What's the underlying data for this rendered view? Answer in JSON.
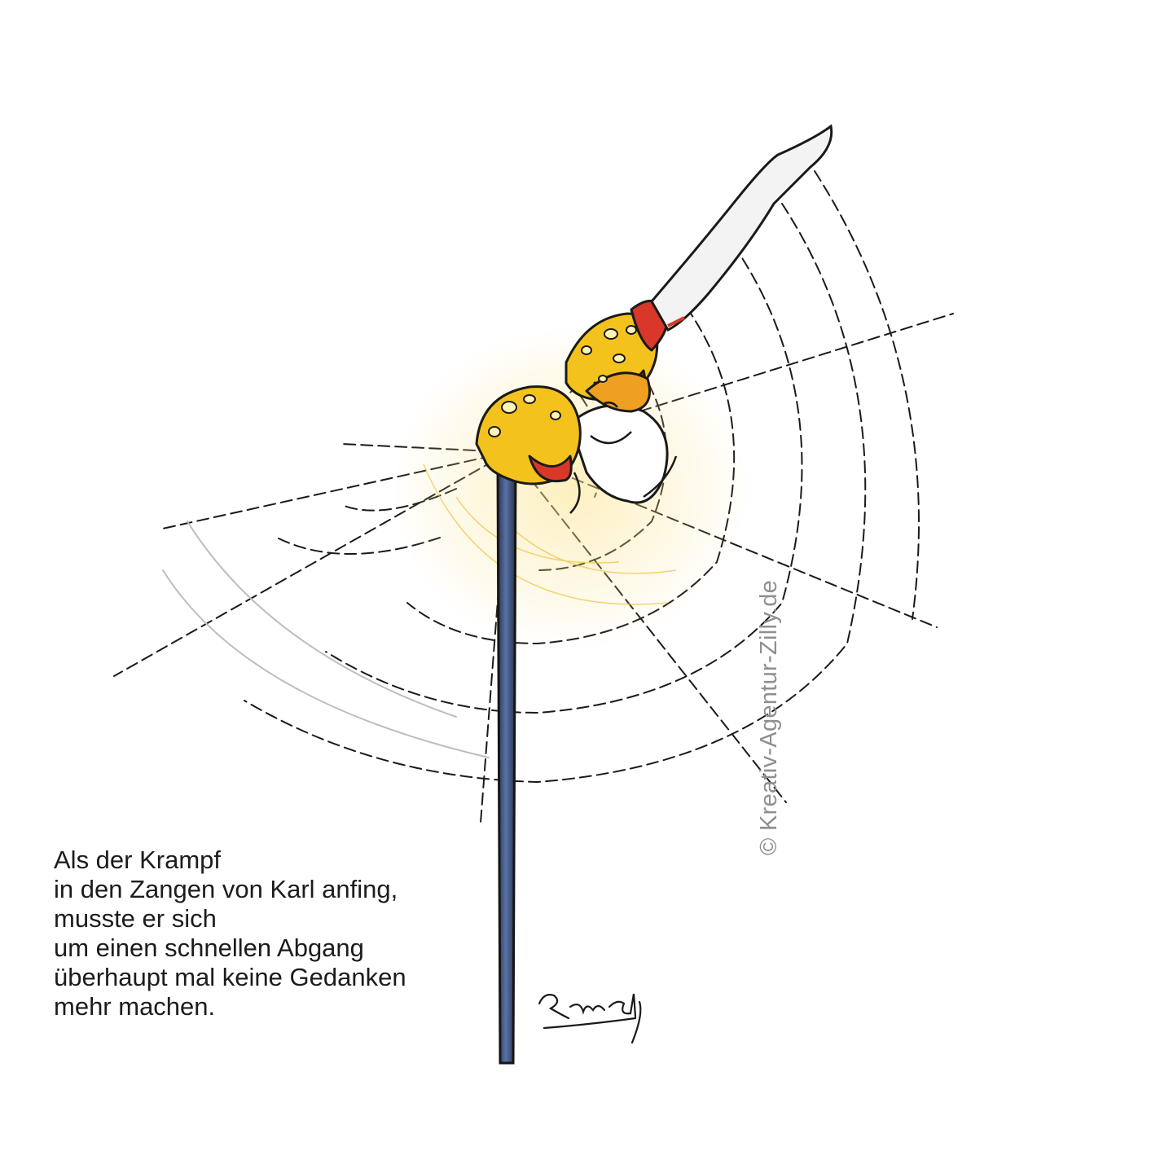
{
  "poem": {
    "lines": [
      "Als der Krampf",
      "in den Zangen von Karl anfing,",
      "musste er sich",
      "um einen schnellen Abgang",
      "überhaupt mal keine Gedanken",
      "mehr machen."
    ]
  },
  "copyright": "© Kreativ-Agentur-Zilly.de",
  "signature": "Rainer Zilly",
  "colors": {
    "background": "#ffffff",
    "ink": "#1c1c1c",
    "pole": "#4a5d86",
    "ant_yellow": "#f4c21c",
    "ant_red": "#d8372a",
    "watermark": "#8f8f8f"
  }
}
